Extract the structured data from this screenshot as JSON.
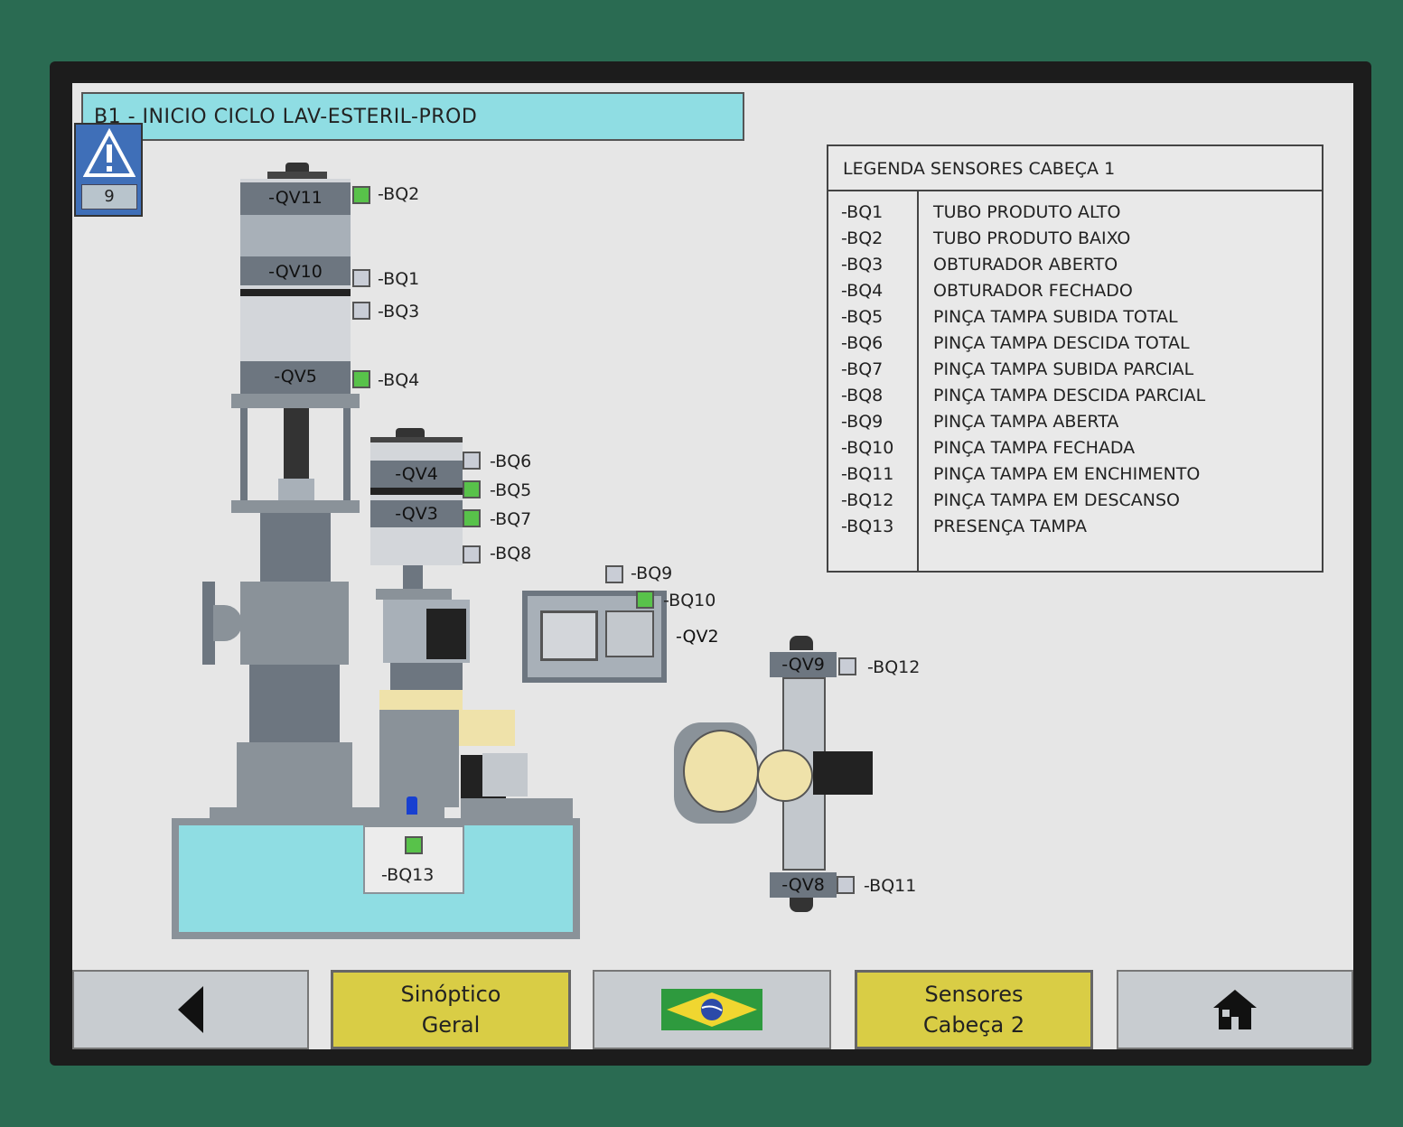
{
  "title": "B1 - INICIO CICLO LAV-ESTERIL-PROD",
  "alarm": {
    "icon": "warning-icon",
    "count": "9"
  },
  "legend": {
    "title": "LEGENDA SENSORES CABEÇA 1",
    "rows": [
      {
        "code": "-BQ1",
        "desc": "TUBO PRODUTO ALTO"
      },
      {
        "code": "-BQ2",
        "desc": "TUBO PRODUTO BAIXO"
      },
      {
        "code": "-BQ3",
        "desc": "OBTURADOR ABERTO"
      },
      {
        "code": "-BQ4",
        "desc": "OBTURADOR FECHADO"
      },
      {
        "code": "-BQ5",
        "desc": "PINÇA TAMPA SUBIDA TOTAL"
      },
      {
        "code": "-BQ6",
        "desc": "PINÇA TAMPA DESCIDA TOTAL"
      },
      {
        "code": "-BQ7",
        "desc": "PINÇA TAMPA SUBIDA PARCIAL"
      },
      {
        "code": "-BQ8",
        "desc": "PINÇA TAMPA DESCIDA PARCIAL"
      },
      {
        "code": "-BQ9",
        "desc": "PINÇA TAMPA ABERTA"
      },
      {
        "code": "-BQ10",
        "desc": "PINÇA TAMPA FECHADA"
      },
      {
        "code": "-BQ11",
        "desc": "PINÇA TAMPA EM ENCHIMENTO"
      },
      {
        "code": "-BQ12",
        "desc": "PINÇA TAMPA EM DESCANSO"
      },
      {
        "code": "-BQ13",
        "desc": "PRESENÇA TAMPA"
      }
    ]
  },
  "valves": {
    "qv11": "-QV11",
    "qv10": "-QV10",
    "qv5": "-QV5",
    "qv4": "-QV4",
    "qv3": "-QV3",
    "qv2": "-QV2",
    "qv9": "-QV9",
    "qv8": "-QV8"
  },
  "sensors": {
    "bq1": {
      "label": "-BQ1",
      "state": "off"
    },
    "bq2": {
      "label": "-BQ2",
      "state": "on"
    },
    "bq3": {
      "label": "-BQ3",
      "state": "off"
    },
    "bq4": {
      "label": "-BQ4",
      "state": "on"
    },
    "bq5": {
      "label": "-BQ5",
      "state": "on"
    },
    "bq6": {
      "label": "-BQ6",
      "state": "off"
    },
    "bq7": {
      "label": "-BQ7",
      "state": "on"
    },
    "bq8": {
      "label": "-BQ8",
      "state": "off"
    },
    "bq9": {
      "label": "-BQ9",
      "state": "off"
    },
    "bq10": {
      "label": "-BQ10",
      "state": "on"
    },
    "bq11": {
      "label": "-BQ11",
      "state": "off"
    },
    "bq12": {
      "label": "-BQ12",
      "state": "off"
    },
    "bq13": {
      "label": "-BQ13",
      "state": "on"
    }
  },
  "nav": {
    "back_icon": "back-arrow-icon",
    "synoptic": "Sinóptico\nGeral",
    "flag_icon": "brazil-flag-icon",
    "sensors2": "Sensores\nCabeça 2",
    "home_icon": "home-icon"
  },
  "colors": {
    "sensor_on": "#58c24a",
    "sensor_off": "#c9cdd6",
    "tank": "#8fdde3",
    "title_bar": "#8fdde3",
    "nav_yellow": "#d9cd45",
    "alarm_blue": "#3f6fb8"
  }
}
